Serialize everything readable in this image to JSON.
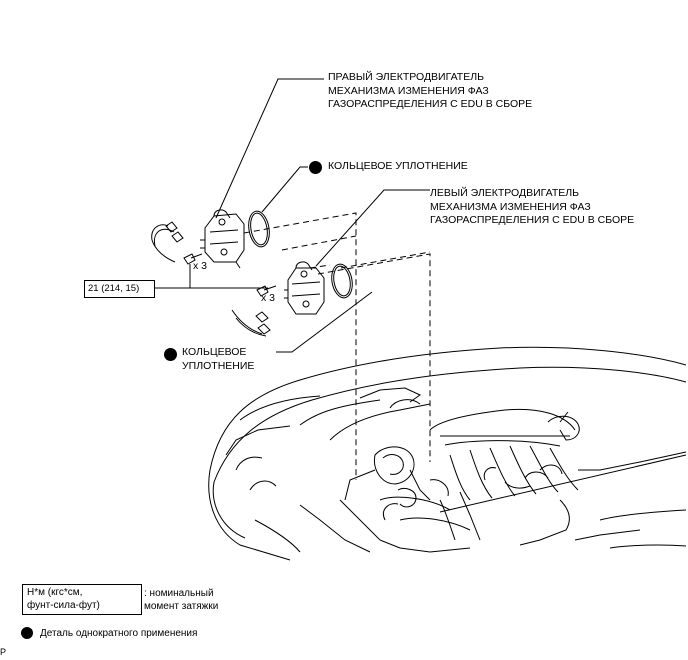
{
  "callouts": {
    "right_motor": [
      "ПРАВЫЙ ЭЛЕКТРОДВИГАТЕЛЬ",
      "МЕХАНИЗМА ИЗМЕНЕНИЯ ФАЗ",
      "ГАЗОРАСПРЕДЕЛЕНИЯ С EDU В СБОРЕ"
    ],
    "o_ring_top": "КОЛЬЦЕВОЕ УПЛОТНЕНИЕ",
    "left_motor": [
      "ЛЕВЫЙ ЭЛЕКТРОДВИГАТЕЛЬ",
      "МЕХАНИЗМА ИЗМЕНЕНИЯ ФАЗ",
      "ГАЗОРАСПРЕДЕЛЕНИЯ С EDU В СБОРЕ"
    ],
    "o_ring_bottom": [
      "КОЛЬЦЕВОЕ",
      "УПЛОТНЕНИЕ"
    ]
  },
  "torque": {
    "value": "21 (214, 15)",
    "qty_upper": "x 3",
    "qty_lower": "x 3"
  },
  "legend": {
    "torque_box": [
      "Н*м (кгс*см,",
      "фунт-сила-фут)"
    ],
    "torque_desc": [
      ": номинальный",
      "момент затяжки"
    ],
    "single_use": "Деталь однократного применения"
  },
  "corner_mark": "P"
}
